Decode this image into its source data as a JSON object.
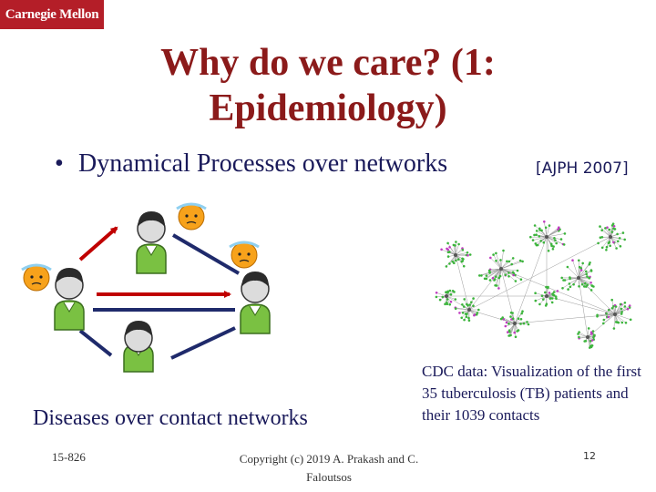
{
  "header": {
    "logo_text": "Carnegie Mellon"
  },
  "slide": {
    "title": "Why do we care? (1: Epidemiology)",
    "bullet_symbol": "•",
    "bullet": "Dynamical Processes over networks",
    "reference": "[AJPH 2007]",
    "left_caption": "Diseases over contact networks",
    "right_caption": "CDC data: Visualization of the first 35 tuberculosis (TB) patients and their 1039 contacts"
  },
  "footer": {
    "course": "15-826",
    "copyright": "Copyright (c) 2019 A. Prakash and C. Faloutsos",
    "page": "12"
  },
  "icons": {
    "person": "person-icon",
    "sick_face": "sick-face-icon",
    "arrow": "arrow-icon"
  },
  "colors": {
    "brand": "#b41e28",
    "title": "#8b1a1a",
    "text": "#1a1a5a",
    "arrow_red": "#c00000",
    "arrow_navy": "#1f2a6b",
    "person_green": "#7ac142"
  }
}
